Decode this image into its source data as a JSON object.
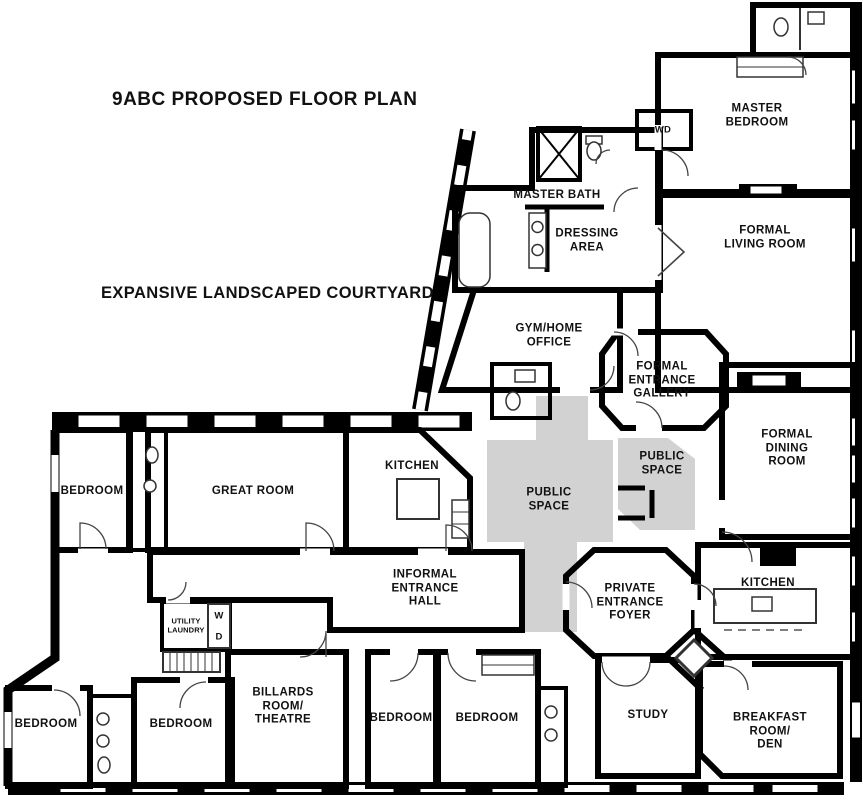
{
  "title": "9ABC PROPOSED FLOOR PLAN",
  "courtyard_label": "EXPANSIVE LANDSCAPED COURTYARD",
  "colors": {
    "wall": "#000000",
    "public_space": "#d2d2d2",
    "background": "#ffffff"
  },
  "labels": {
    "wd_closet": "WD",
    "washer": "W",
    "dryer": "D"
  },
  "rooms": [
    {
      "id": "master-bedroom",
      "label": "MASTER\nBEDROOM"
    },
    {
      "id": "master-bath",
      "label": "MASTER BATH"
    },
    {
      "id": "dressing-area",
      "label": "DRESSING\nAREA"
    },
    {
      "id": "formal-living-room",
      "label": "FORMAL\nLIVING ROOM"
    },
    {
      "id": "gym-home-office",
      "label": "GYM/HOME\nOFFICE"
    },
    {
      "id": "formal-entrance-gallery",
      "label": "FORMAL\nENTRANCE\nGALLERY"
    },
    {
      "id": "formal-dining-room",
      "label": "FORMAL\nDINING\nROOM"
    },
    {
      "id": "public-space-east",
      "label": "PUBLIC\nSPACE"
    },
    {
      "id": "public-space-center",
      "label": "PUBLIC\nSPACE"
    },
    {
      "id": "kitchen-center",
      "label": "KITCHEN"
    },
    {
      "id": "great-room",
      "label": "GREAT ROOM"
    },
    {
      "id": "bedroom-northwest",
      "label": "BEDROOM"
    },
    {
      "id": "informal-entrance-hall",
      "label": "INFORMAL\nENTRANCE\nHALL"
    },
    {
      "id": "private-entrance-foyer",
      "label": "PRIVATE\nENTRANCE\nFOYER"
    },
    {
      "id": "kitchen-east",
      "label": "KITCHEN"
    },
    {
      "id": "utility-laundry",
      "label": "UTILITY\nLAUNDRY"
    },
    {
      "id": "billiards-room-theatre",
      "label": "BILLARDS\nROOM/\nTHEATRE"
    },
    {
      "id": "bedroom-southwest-1",
      "label": "BEDROOM"
    },
    {
      "id": "bedroom-southwest-2",
      "label": "BEDROOM"
    },
    {
      "id": "bedroom-south-3",
      "label": "BEDROOM"
    },
    {
      "id": "bedroom-south-4",
      "label": "BEDROOM"
    },
    {
      "id": "study",
      "label": "STUDY"
    },
    {
      "id": "breakfast-room-den",
      "label": "BREAKFAST\nROOM/\nDEN"
    }
  ]
}
